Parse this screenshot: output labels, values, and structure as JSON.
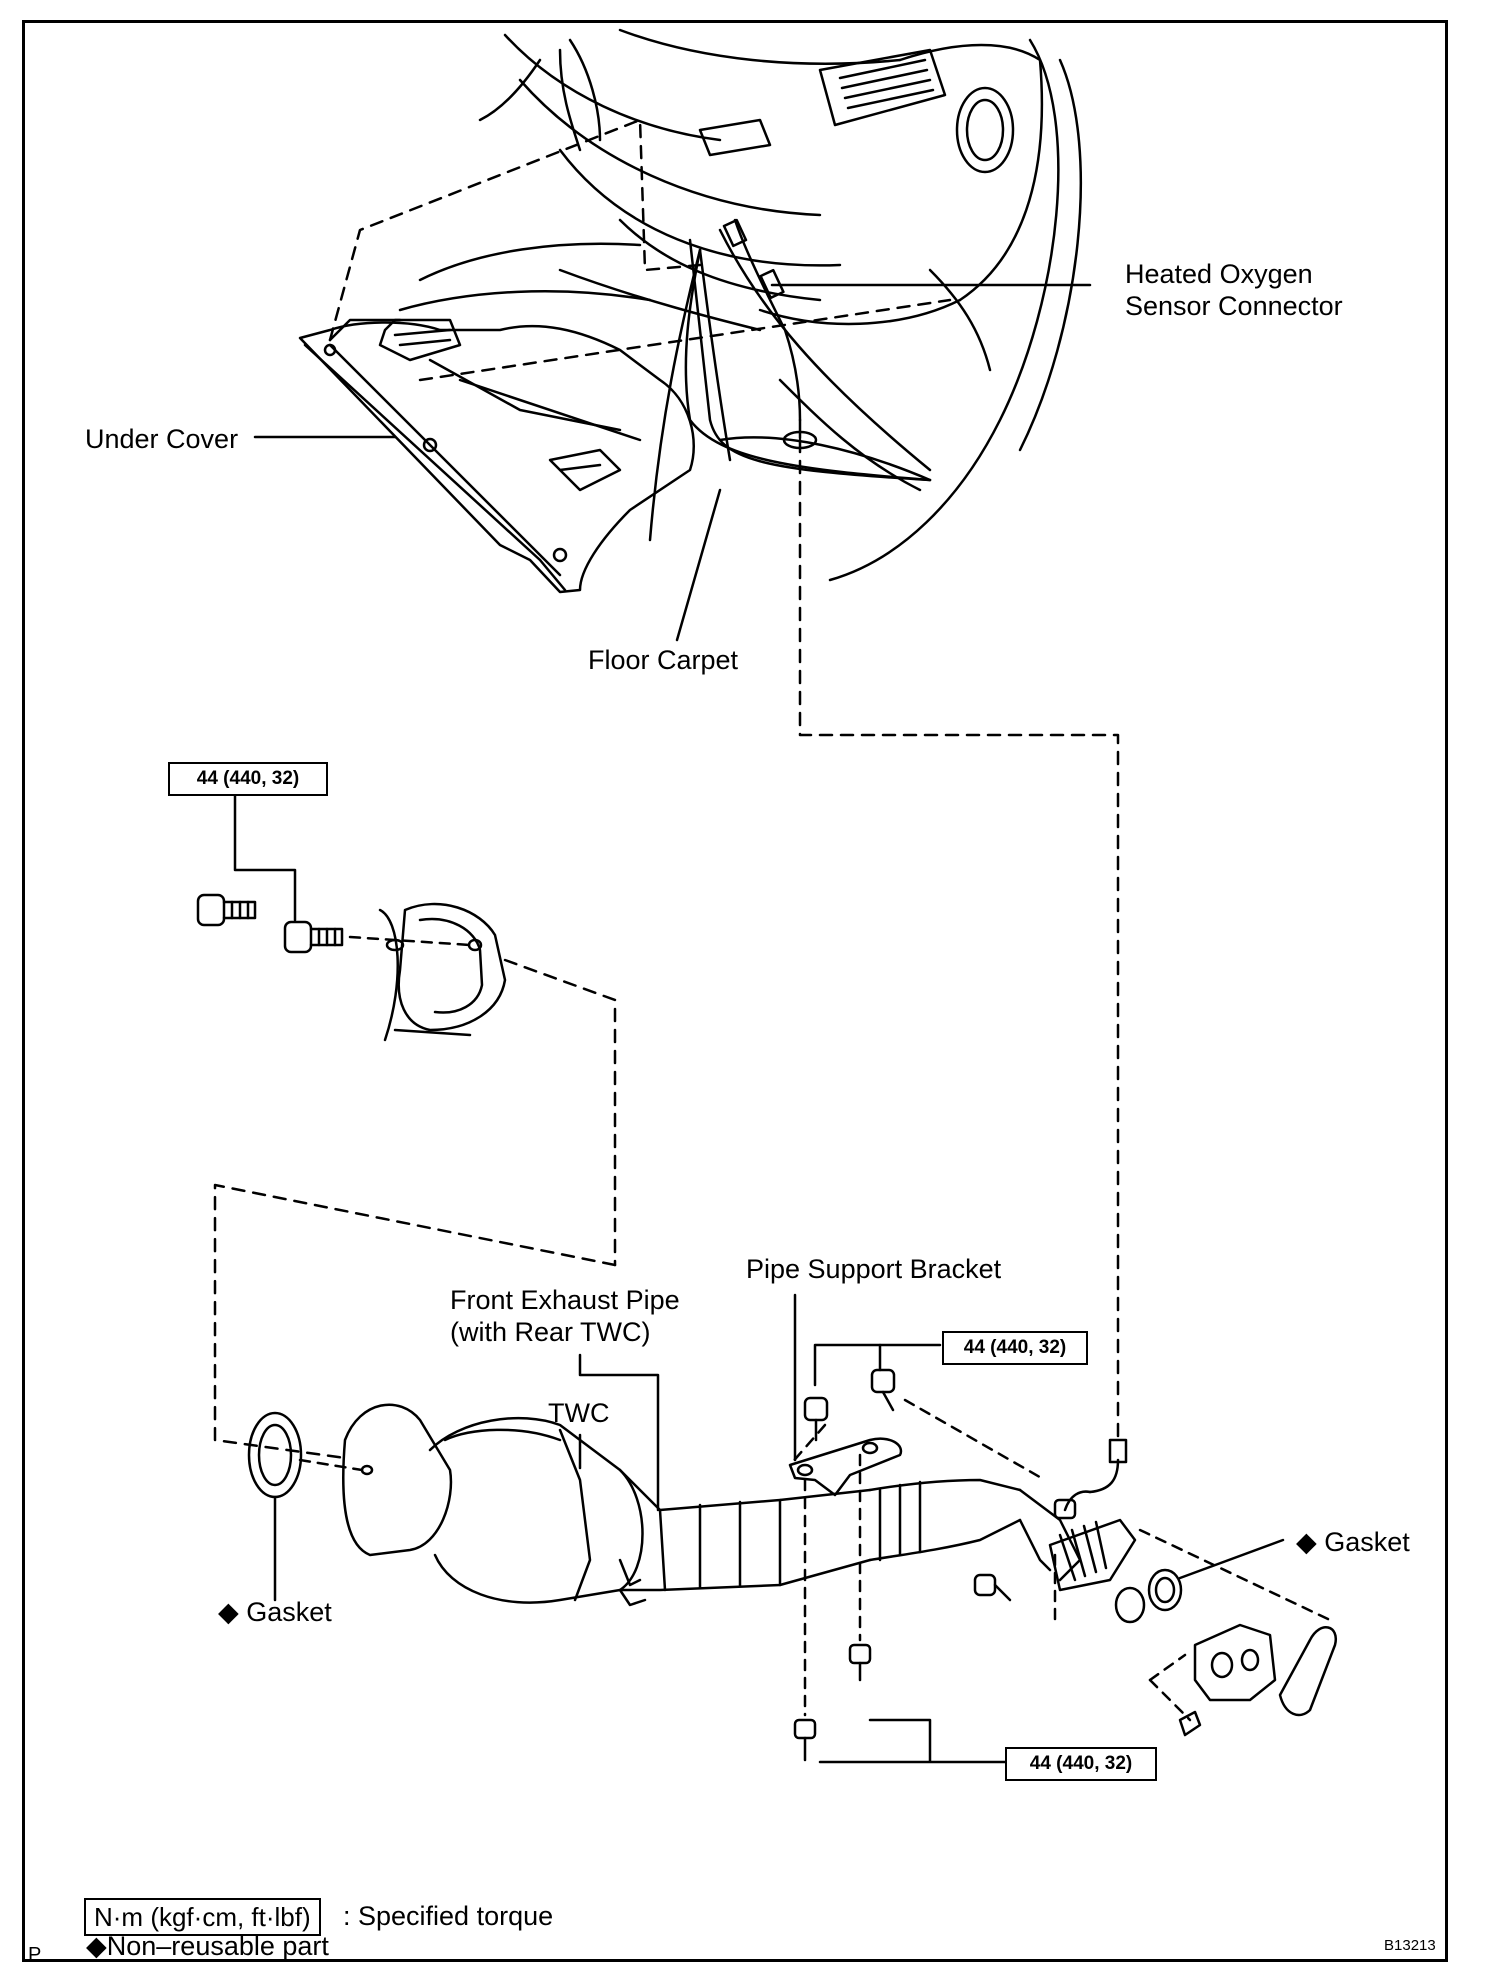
{
  "labels": {
    "heated_oxygen_sensor_connector_line1": "Heated Oxygen",
    "heated_oxygen_sensor_connector_line2": "Sensor Connector",
    "under_cover": "Under Cover",
    "floor_carpet": "Floor Carpet",
    "pipe_support_bracket": "Pipe Support Bracket",
    "front_exhaust_pipe_line1": "Front Exhaust Pipe",
    "front_exhaust_pipe_line2": "(with Rear TWC)",
    "twc": "TWC",
    "gasket_left": "◆ Gasket",
    "gasket_right": "◆ Gasket"
  },
  "torque": {
    "top_left": "44 (440, 32)",
    "bracket": "44 (440, 32)",
    "bottom": "44 (440, 32)"
  },
  "legend": {
    "unit": "N·m (kgf·cm, ft·lbf)",
    "unit_desc": ": Specified torque",
    "non_reusable": "◆Non–reusable part"
  },
  "corner": {
    "page_marker": "P",
    "figure_id": "B13213"
  }
}
